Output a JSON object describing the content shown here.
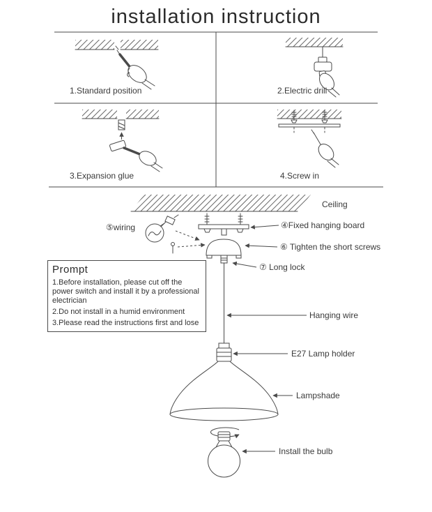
{
  "title": "installation instruction",
  "steps": {
    "step1": "1.Standard position",
    "step2": "2.Electric drill",
    "step3": "3.Expansion glue",
    "step4": "4.Screw in"
  },
  "diagram_labels": {
    "ceiling": "Ceiling",
    "wiring": "⑤wiring",
    "fixed_hanging_board": "④Fixed hanging board",
    "tighten_short_screws": "⑥ Tighten the short screws",
    "long_lock": "⑦ Long lock",
    "hanging_wire": "Hanging wire",
    "lamp_holder": "E27 Lamp holder",
    "lampshade": "Lampshade",
    "install_bulb": "Install the bulb"
  },
  "prompt": {
    "title": "Prompt",
    "line1": "1.Before installation, please cut off the power switch and install it by a professional electrician",
    "line2": "2.Do not install in a humid environment",
    "line3": "3.Please read the instructions first and lose"
  },
  "colors": {
    "ink": "#4a4a4a",
    "text": "#3a3a3a",
    "background": "#ffffff"
  }
}
